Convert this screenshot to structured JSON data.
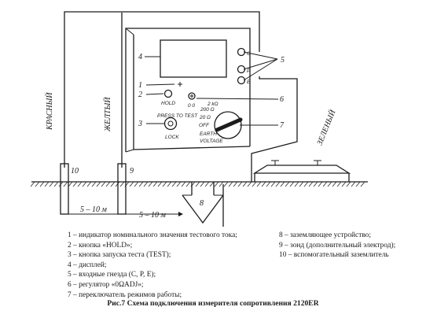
{
  "device": {
    "terminal_labels": [
      "C",
      "P",
      "E"
    ],
    "hold_label": "HOLD",
    "press_to_test_label": "PRESS TO TEST",
    "lock_label": "LOCK",
    "adj_label": "0 0",
    "range_labels": [
      "2 kΩ",
      "200 Ω",
      "20 Ω",
      "OFF",
      "EARTH",
      "VOLTAGE"
    ]
  },
  "callouts": [
    "1",
    "2",
    "3",
    "4",
    "5",
    "6",
    "7",
    "8",
    "9",
    "10"
  ],
  "wire_labels": {
    "red": "КРАСНЫЙ",
    "yellow": "ЖЕЛТЫЙ",
    "green": "ЗЕЛЕНЫЙ"
  },
  "distances": [
    "5 – 10 м",
    "5 – 10 м"
  ],
  "legend_left": [
    "1 – индикатор номинального значения тестового тока;",
    "2 – кнопка «HOLD»;",
    "3 – кнопка запуска теста (TEST);",
    "4 – дисплей;",
    "5 – входные гнезда (C, P, E);",
    "6 – регулятор «0ΩADJ»;",
    "7 – переключатель режимов работы;"
  ],
  "legend_right": [
    "8 – заземляющее устройство;",
    "9 – зонд (дополнительный электрод);",
    "10 – вспомогательный заземлитель"
  ],
  "caption": "Рис.7 Схема подключения измерителя сопротивления 2120ER"
}
